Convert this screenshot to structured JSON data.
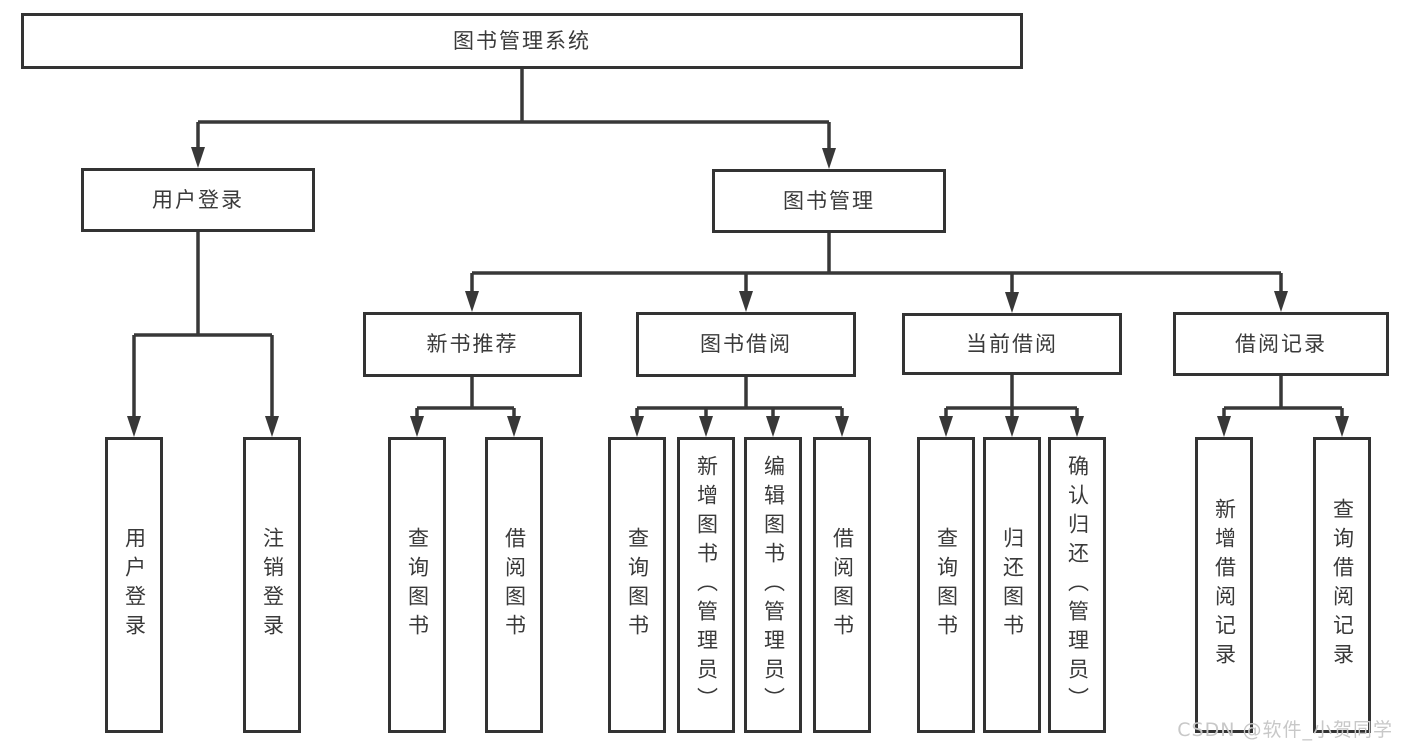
{
  "diagram": {
    "type": "tree",
    "title": "图书管理系统",
    "nodes": {
      "root": "图书管理系统",
      "user_login": "用户登录",
      "book_mgmt": "图书管理",
      "new_book_rec": "新书推荐",
      "book_borrow": "图书借阅",
      "current_borrow": "当前借阅",
      "borrow_record": "借阅记录",
      "leaf_user_login": "用户登录",
      "leaf_logout": "注销登录",
      "leaf_query_book_a": "查询图书",
      "leaf_borrow_book_a": "借阅图书",
      "leaf_query_book_b": "查询图书",
      "leaf_add_book": "新增图书（管理员）",
      "leaf_edit_book": "编辑图书（管理员）",
      "leaf_borrow_book_b": "借阅图书",
      "leaf_query_book_c": "查询图书",
      "leaf_return_book": "归还图书",
      "leaf_confirm_return": "确认归还（管理员）",
      "leaf_add_record": "新增借阅记录",
      "leaf_query_record": "查询借阅记录"
    },
    "edges": [
      [
        "root",
        "user_login"
      ],
      [
        "root",
        "book_mgmt"
      ],
      [
        "user_login",
        "leaf_user_login"
      ],
      [
        "user_login",
        "leaf_logout"
      ],
      [
        "book_mgmt",
        "new_book_rec"
      ],
      [
        "book_mgmt",
        "book_borrow"
      ],
      [
        "book_mgmt",
        "current_borrow"
      ],
      [
        "book_mgmt",
        "borrow_record"
      ],
      [
        "new_book_rec",
        "leaf_query_book_a"
      ],
      [
        "new_book_rec",
        "leaf_borrow_book_a"
      ],
      [
        "book_borrow",
        "leaf_query_book_b"
      ],
      [
        "book_borrow",
        "leaf_add_book"
      ],
      [
        "book_borrow",
        "leaf_edit_book"
      ],
      [
        "book_borrow",
        "leaf_borrow_book_b"
      ],
      [
        "current_borrow",
        "leaf_query_book_c"
      ],
      [
        "current_borrow",
        "leaf_return_book"
      ],
      [
        "current_borrow",
        "leaf_confirm_return"
      ],
      [
        "borrow_record",
        "leaf_add_record"
      ],
      [
        "borrow_record",
        "leaf_query_record"
      ]
    ],
    "colors": {
      "line": "#383838",
      "border": "#333333",
      "text": "#3a3a3a",
      "watermark_text": "#c8c8c8",
      "background": "#ffffff"
    },
    "watermark": "CSDN @软件_小贺同学"
  }
}
